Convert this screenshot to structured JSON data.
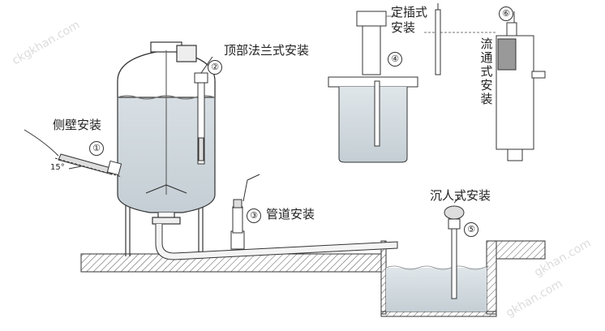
{
  "labels": {
    "side_wall": "侧壁安装",
    "top_flange": "顶部法兰式安装",
    "pipeline": "管道安装",
    "insertion": [
      "定插式",
      "安装"
    ],
    "flow_through": [
      "流",
      "通",
      "式",
      "安",
      "装"
    ],
    "immersion": "沉人式安装",
    "angle": "15°"
  },
  "markers": [
    "①",
    "②",
    "③",
    "④",
    "⑤",
    "⑥"
  ],
  "watermarks": [
    "ckgkhan.com",
    "gkhan.com",
    "gkhan.com"
  ],
  "colors": {
    "line": "#333333",
    "liquid": "#cfd8de",
    "ground_hatch": "#555555"
  }
}
